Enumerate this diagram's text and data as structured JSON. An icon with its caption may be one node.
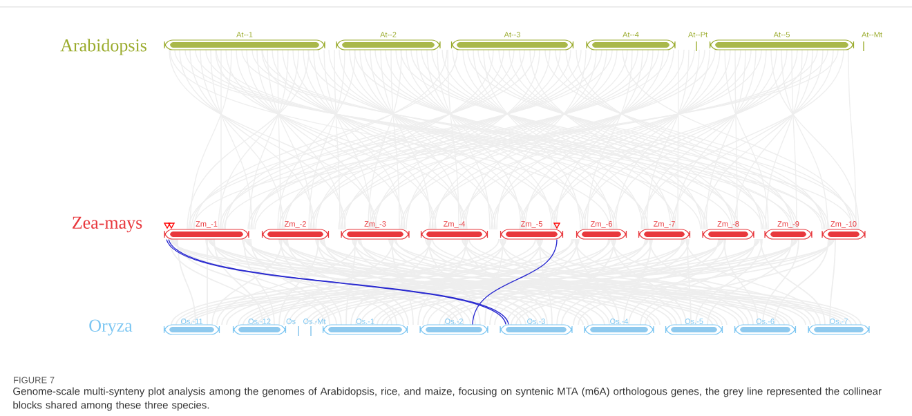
{
  "diagram": {
    "title": "FIGURE 7",
    "caption": "Genome-scale multi-synteny plot analysis among the genomes of Arabidopsis, rice, and maize, focusing on syntenic MTA (m6A) orthologous genes, the grey line represented the collinear blocks shared among these three species.",
    "nodes": [
      {
        "text": [
          "At--1"
        ]
      },
      {
        "text": [
          "At--2"
        ]
      },
      {
        "text": [
          "At--3"
        ]
      },
      {
        "text": [
          "At--4"
        ]
      },
      {
        "text": [
          "At--Pt"
        ]
      },
      {
        "text": [
          "At--5"
        ]
      },
      {
        "text": [
          "At--Mt"
        ]
      },
      {
        "text": [
          "Zm_-1"
        ]
      },
      {
        "text": [
          "Zm_-2"
        ]
      },
      {
        "text": [
          "Zm_-3"
        ]
      },
      {
        "text": [
          "Zm_-4"
        ]
      },
      {
        "text": [
          "Zm_-5"
        ]
      },
      {
        "text": [
          "Zm_-6"
        ]
      },
      {
        "text": [
          "Zm_-7"
        ]
      },
      {
        "text": [
          "Zm_-8"
        ]
      },
      {
        "text": [
          "Zm_-9"
        ]
      },
      {
        "text": [
          "Zm_-10"
        ]
      },
      {
        "text": [
          "Os.-11"
        ]
      },
      {
        "text": [
          "Os.-12"
        ]
      },
      {
        "text": [
          "Os"
        ]
      },
      {
        "text": [
          "Os.-Mt"
        ]
      },
      {
        "text": [
          "Os.-1"
        ]
      },
      {
        "text": [
          "Os.-2"
        ]
      },
      {
        "text": [
          "Os.-3"
        ]
      },
      {
        "text": [
          "Os.-4"
        ]
      },
      {
        "text": [
          "Os.-5"
        ]
      },
      {
        "text": [
          "Os.-6"
        ]
      },
      {
        "text": [
          "Os.-7"
        ]
      }
    ],
    "edges": [
      {
        "from": 7,
        "to": 23,
        "arrow": "none",
        "color": "#2b2bd0"
      },
      {
        "from": 7,
        "to": 23,
        "arrow": "none",
        "color": "#2b2bd0"
      },
      {
        "from": 11,
        "to": 22,
        "arrow": "none",
        "color": "#2b2bd0"
      }
    ],
    "labels": [
      "Arabidopsis",
      "Zea-mays",
      "Oryza"
    ]
  }
}
